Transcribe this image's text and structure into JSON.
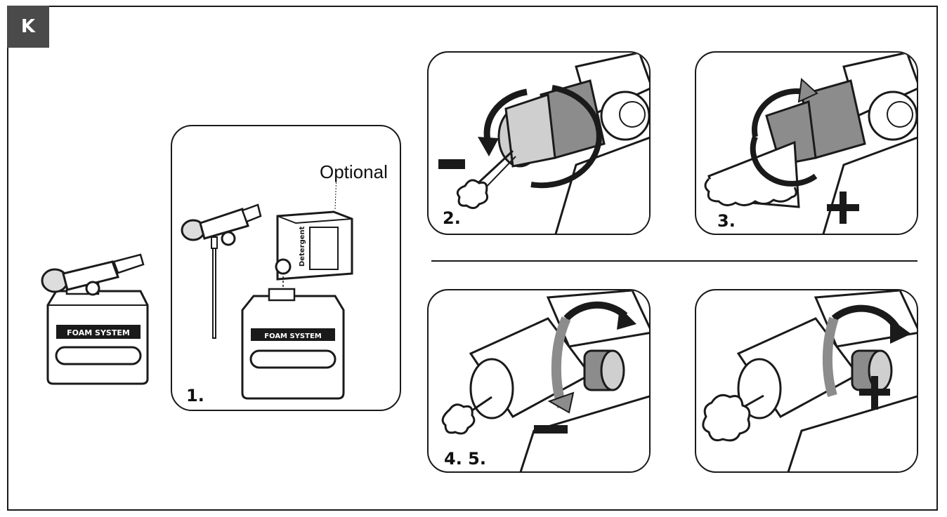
{
  "section_label": "K",
  "panels": {
    "p1": {
      "step": "1.",
      "callout": "Optional",
      "bottle_text": "FOAM SYSTEM",
      "detergent_text": "Detergent"
    },
    "p2": {
      "step": "2.",
      "sign": "minus"
    },
    "p3": {
      "step": "3.",
      "sign": "plus"
    },
    "p4": {
      "step": "4. 5.",
      "sign": "minus"
    },
    "p5": {
      "sign": "plus"
    }
  },
  "standalone": {
    "bottle_text": "FOAM SYSTEM"
  },
  "colors": {
    "ink": "#1a1a1a",
    "shade": "#8c8c8c",
    "light": "#cfcfcf",
    "tab": "#4a4a4a"
  },
  "icons": [
    "rotate-arrow-icon",
    "minus-icon",
    "plus-icon",
    "foam-cloud-icon"
  ]
}
